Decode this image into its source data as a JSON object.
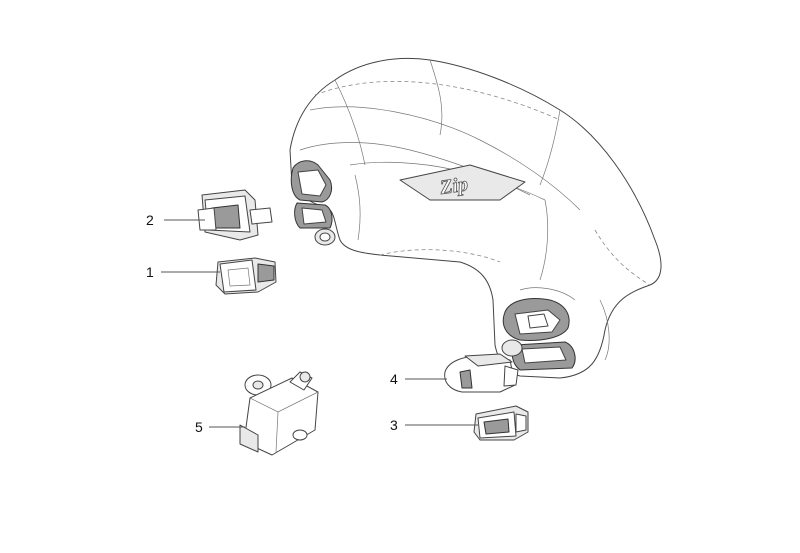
{
  "callouts": [
    {
      "id": "callout-1",
      "label": "1"
    },
    {
      "id": "callout-2",
      "label": "2"
    },
    {
      "id": "callout-3",
      "label": "3"
    },
    {
      "id": "callout-4",
      "label": "4"
    },
    {
      "id": "callout-5",
      "label": "5"
    }
  ],
  "logo_text": "Zip"
}
